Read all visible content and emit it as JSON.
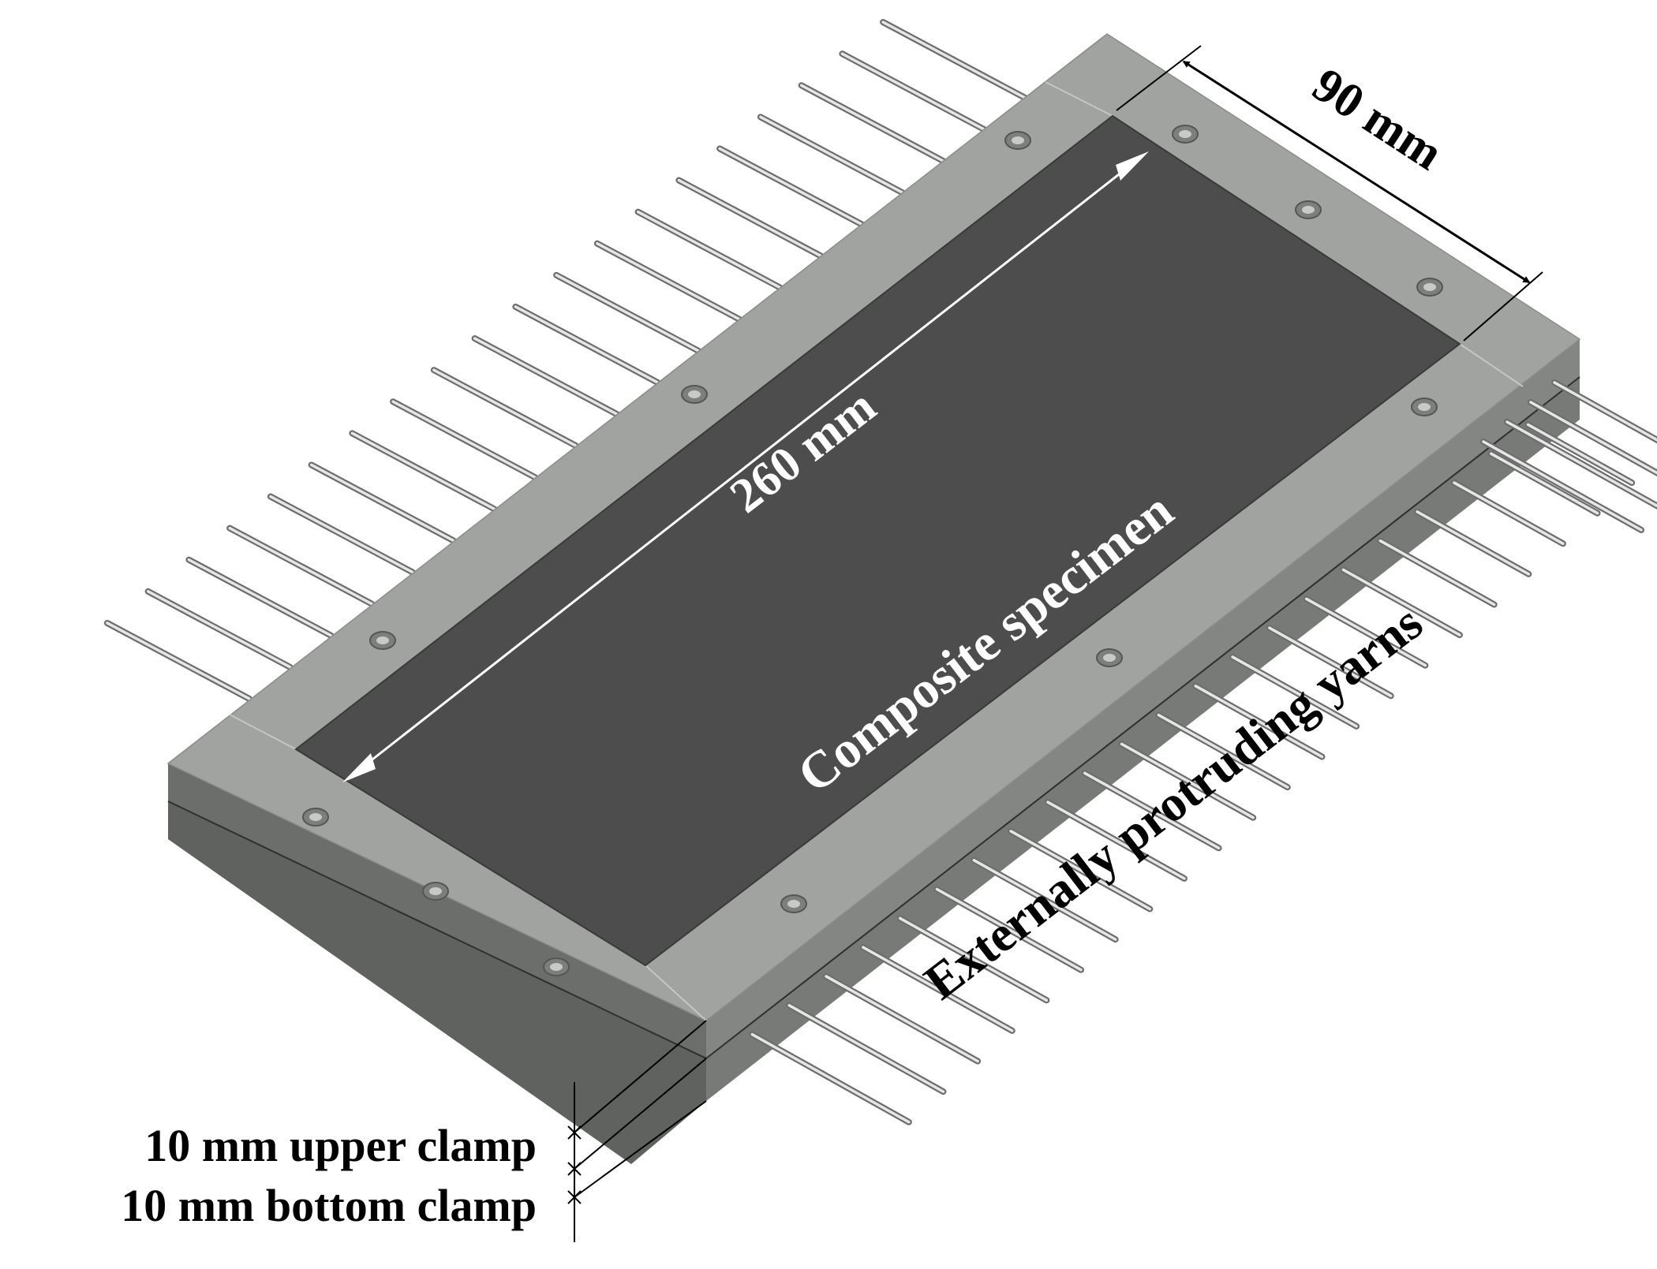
{
  "labels": {
    "length": "260 mm",
    "width": "90 mm",
    "specimen": "Composite specimen",
    "yarns": "Externally protruding yarns",
    "upper_clamp": "10 mm upper clamp",
    "bottom_clamp": "10 mm bottom clamp"
  },
  "colors": {
    "specimen": "#4d4d4d",
    "frame_top": "#a0a3a0",
    "frame_side_light": "#838683",
    "frame_side_dark": "#6b6e6b",
    "yarn": "#b0b0b0",
    "yarn_edge": "#6e6e6e",
    "label_light": "#ffffff",
    "label_dark": "#000000"
  },
  "yarns": {
    "back_count": 20,
    "front_count": 22,
    "right_count": 4
  }
}
